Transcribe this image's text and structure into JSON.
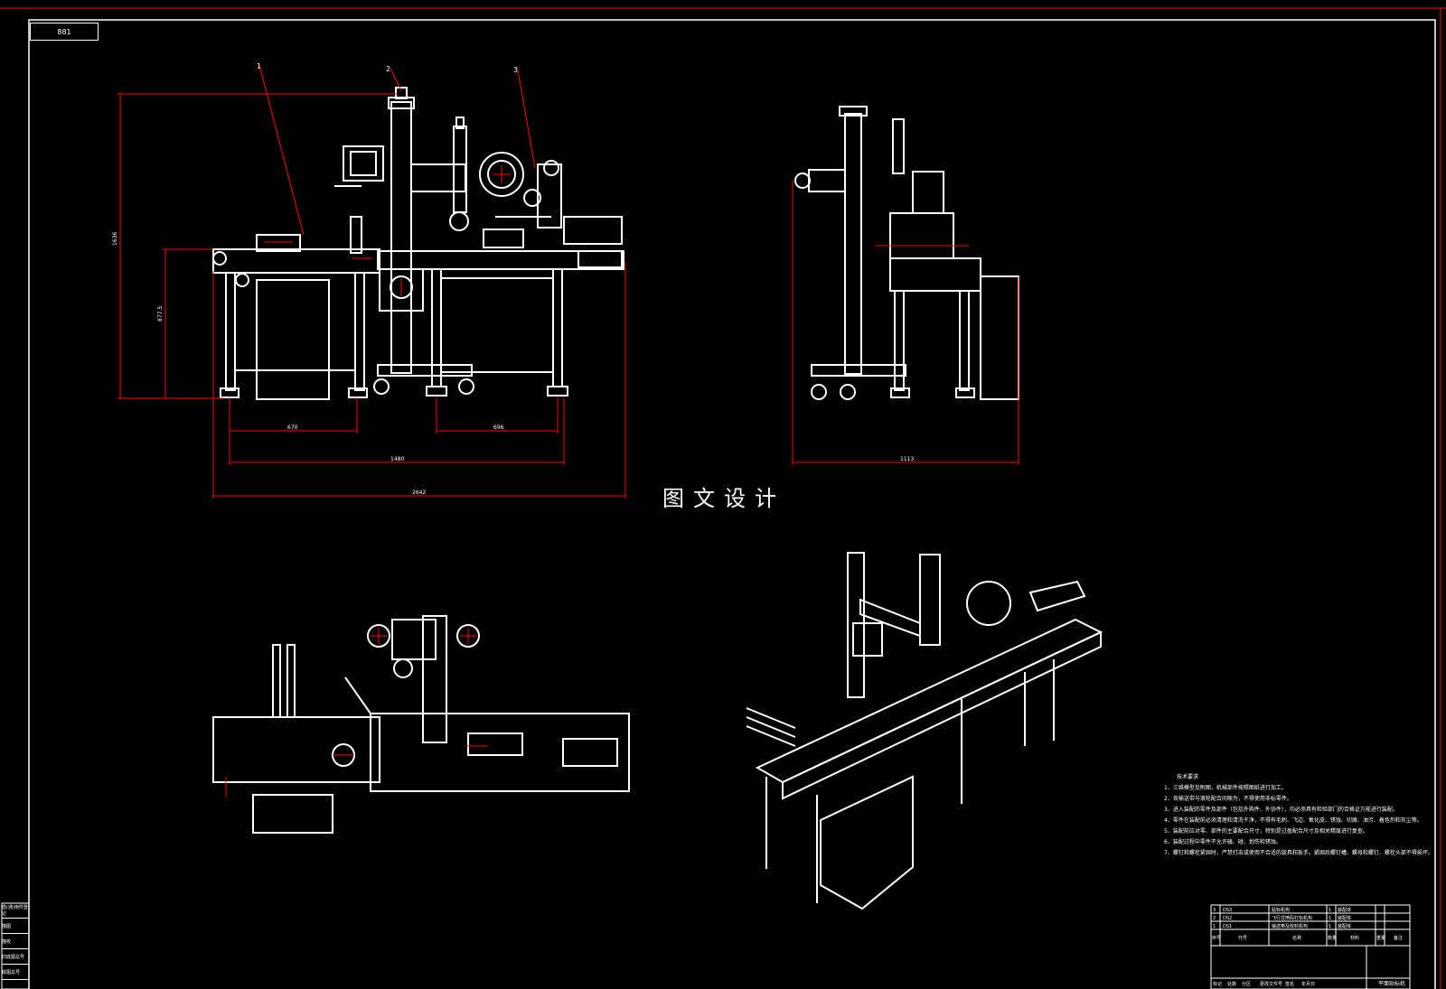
{
  "sheet": {
    "drawing_no": "881",
    "watermark": "图文设计"
  },
  "callouts": [
    "1",
    "2",
    "3"
  ],
  "technical_requirements": {
    "title": "技术要求",
    "items": [
      "1、三维模型见附图，机械部件按照图纸进行加工。",
      "2、各输送带与滚轮配合间隙为，不得使用非标零件。",
      "3、进入装配的零件及部件（包括外购件、外协件），均必须具有检验部门的合格证方能进行装配。",
      "4、零件在装配前必须清理和清洗干净，不得有毛刺、飞边、氧化皮、锈蚀、切屑、油污、着色剂和灰尘等。",
      "5、装配前应对零、部件的主要配合尺寸，特别是过盈配合尺寸及相关精度进行复查。",
      "6、装配过程中零件不允许磕、碰、划伤和锈蚀。",
      "7、螺钉和螺栓紧固时，严禁打击或使用不合适的旋具和扳手。紧固后螺钉槽、螺母和螺钉、螺栓头部不得损坏。"
    ]
  },
  "parts_list": [
    {
      "no": "3",
      "code": "DS3",
      "name": "贴标机构",
      "qty": "1",
      "material": "装配体"
    },
    {
      "no": "2",
      "code": "DS2",
      "name": "飞行式喷码打标机构",
      "qty": "1",
      "material": "装配体"
    },
    {
      "no": "1",
      "code": "DS1",
      "name": "输送带及收料机构",
      "qty": "1",
      "material": "装配体"
    }
  ],
  "title_block": {
    "header_cells": [
      "序号",
      "代号",
      "名称",
      "数量",
      "材料",
      "重量",
      "备注"
    ],
    "sign_cells": [
      "标记",
      "处数",
      "分区",
      "更改文件号",
      "签名",
      "年月日"
    ],
    "machine_name": "平面贴标机"
  },
  "side_stamp": [
    "借(通)用件登记",
    "描图",
    "描校",
    "旧底图总号",
    "底图总号"
  ],
  "dimensions": {
    "front_height_total": "1636",
    "front_height_table": "877.5",
    "front_width_left": "670",
    "front_width_right": "696",
    "front_width_legs": "1480",
    "front_width_total": "2642",
    "side_width": "1113"
  },
  "colors": {
    "background": "#000000",
    "line": "#ffffff",
    "dimension": "#ff0000",
    "frame_top": "#ff0000"
  }
}
